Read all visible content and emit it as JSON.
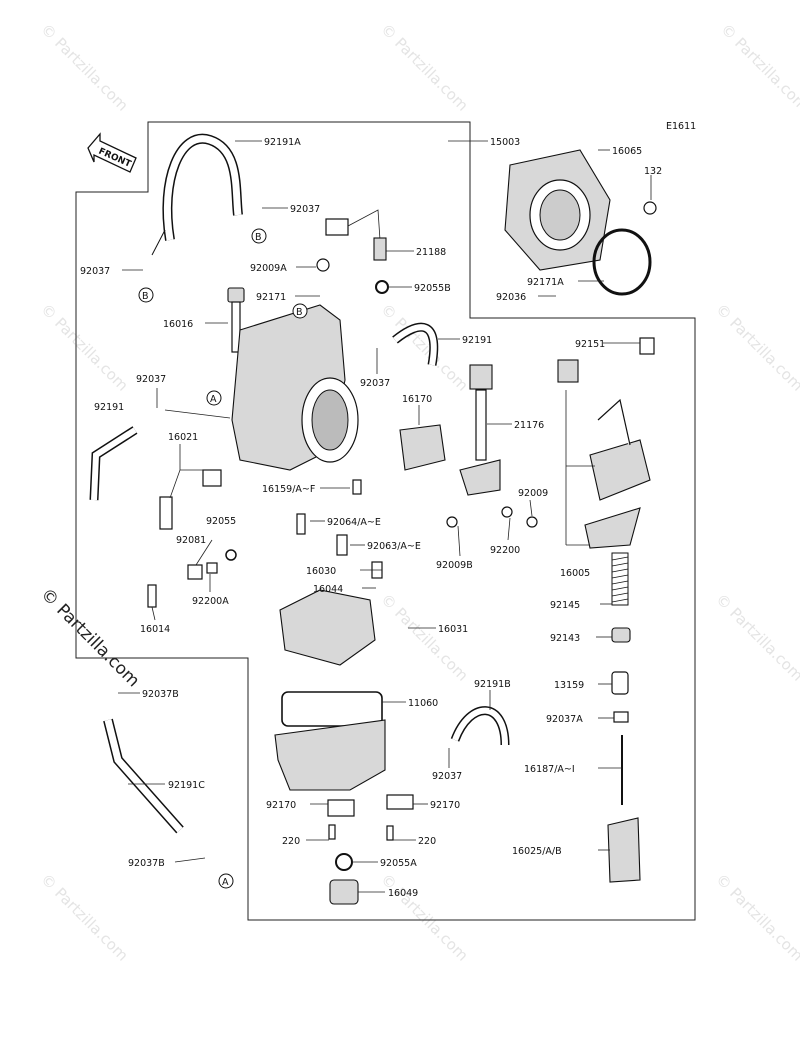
{
  "diagram_code": "E1611",
  "front_label": "FRONT",
  "watermark": "© Partzilla.com",
  "markers": {
    "a": "A",
    "b": "B"
  },
  "parts": {
    "p92191A": "92191A",
    "p15003": "15003",
    "p16065": "16065",
    "p132": "132",
    "p92037_top": "92037",
    "p21188": "21188",
    "p92037_left": "92037",
    "p92009A": "92009A",
    "p92055B": "92055B",
    "p92171": "92171",
    "p16016": "16016",
    "p92171A": "92171A",
    "p92036": "92036",
    "p92191": "92191",
    "p92151": "92151",
    "p92037_mid": "92037",
    "p92037_a": "92037",
    "p16170": "16170",
    "p92191_left": "92191",
    "p21176": "21176",
    "p16021": "16021",
    "p16159": "16159/A~F",
    "p92009": "92009",
    "p92055": "92055",
    "p92064": "92064/A~E",
    "p92200": "92200",
    "p16005": "16005",
    "p92081": "92081",
    "p92063": "92063/A~E",
    "p92009B": "92009B",
    "p16030": "16030",
    "p16044": "16044",
    "p92200A": "92200A",
    "p92145": "92145",
    "p16014": "16014",
    "p16031": "16031",
    "p92143": "92143",
    "p92037B_top": "92037B",
    "p13159": "13159",
    "p92191B": "92191B",
    "p11060": "11060",
    "p92037A": "92037A",
    "p92037_low": "92037",
    "p92191C": "92191C",
    "p16187": "16187/A~I",
    "p92170_l": "92170",
    "p92170_r": "92170",
    "p220_l": "220",
    "p220_r": "220",
    "p92037B_bot": "92037B",
    "p92055A": "92055A",
    "p16025": "16025/A/B",
    "p16049": "16049"
  }
}
